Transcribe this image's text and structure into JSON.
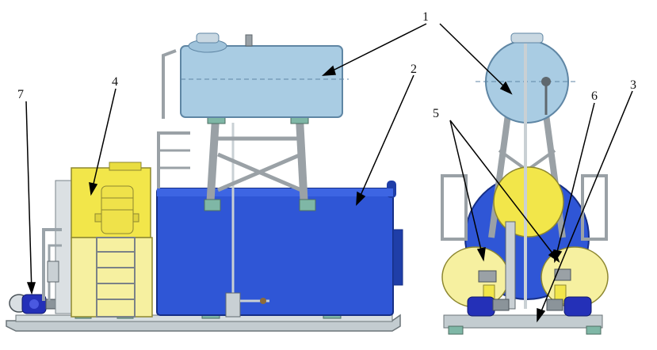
{
  "labels": {
    "l1": "1",
    "l2": "2",
    "l3": "3",
    "l4": "4",
    "l5": "5",
    "l6": "6",
    "l7": "7"
  },
  "colors": {
    "upper_tank": "#a9cce3",
    "upper_tank_stroke": "#6f97b4",
    "main_tank": "#2f56d6",
    "main_tank_dark": "#1f3ea8",
    "yellow": "#f2e64a",
    "yellow_light": "#f6f0a0",
    "frame": "#9aa1a6",
    "frame_dark": "#5f686e",
    "skid": "#b8c4c8",
    "motor_blue": "#2430b8",
    "leader": "#000000"
  }
}
